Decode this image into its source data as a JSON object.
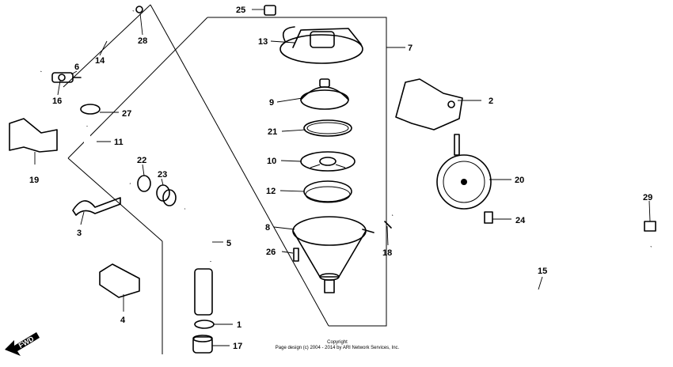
{
  "callouts": [
    {
      "id": "25",
      "text": "25"
    },
    {
      "id": "28",
      "text": "28"
    },
    {
      "id": "14",
      "text": "14"
    },
    {
      "id": "6",
      "text": "6"
    },
    {
      "id": "16",
      "text": "16"
    },
    {
      "id": "13",
      "text": "13"
    },
    {
      "id": "7",
      "text": "7"
    },
    {
      "id": "2",
      "text": "2"
    },
    {
      "id": "27",
      "text": "27"
    },
    {
      "id": "9",
      "text": "9"
    },
    {
      "id": "21",
      "text": "21"
    },
    {
      "id": "11",
      "text": "11"
    },
    {
      "id": "19",
      "text": "19"
    },
    {
      "id": "22",
      "text": "22"
    },
    {
      "id": "23",
      "text": "23"
    },
    {
      "id": "10",
      "text": "10"
    },
    {
      "id": "20",
      "text": "20"
    },
    {
      "id": "12",
      "text": "12"
    },
    {
      "id": "29",
      "text": "29"
    },
    {
      "id": "3",
      "text": "3"
    },
    {
      "id": "24",
      "text": "24"
    },
    {
      "id": "8",
      "text": "8"
    },
    {
      "id": "5",
      "text": "5"
    },
    {
      "id": "26",
      "text": "26"
    },
    {
      "id": "18",
      "text": "18"
    },
    {
      "id": "15",
      "text": "15"
    },
    {
      "id": "4",
      "text": "4"
    },
    {
      "id": "1",
      "text": "1"
    },
    {
      "id": "17",
      "text": "17"
    }
  ],
  "direction_label": "FWD",
  "copyright": {
    "line1": "Copyright",
    "line2": "Page design (c) 2004 - 2014 by ARI Network Services, Inc."
  }
}
